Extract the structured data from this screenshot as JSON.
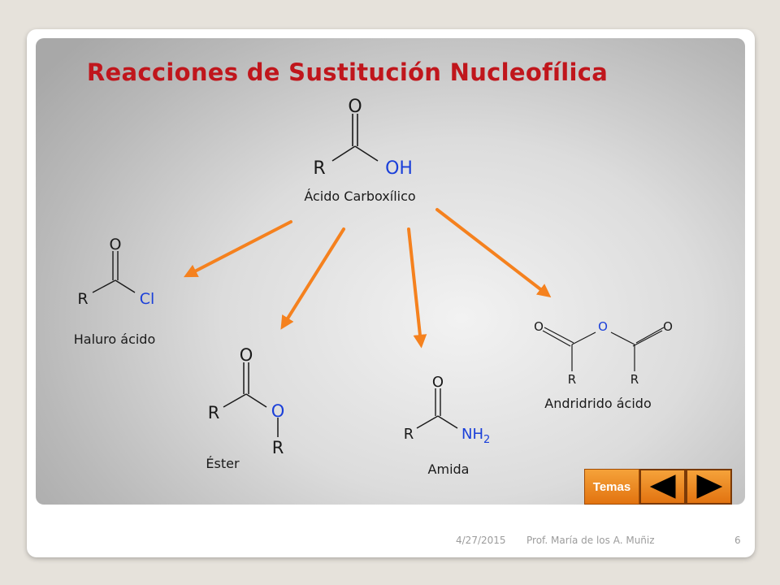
{
  "title": "Reacciones de Sustitución Nucleofílica",
  "colors": {
    "title": "#c0161c",
    "arrow": "#f5811e",
    "heteroatom": "#1a3fd9",
    "bond": "#1a1a1a"
  },
  "center": {
    "label": "Ácido Carboxílico",
    "atoms": {
      "o_top": "O",
      "r": "R",
      "oh": "OH"
    }
  },
  "products": {
    "acyl_halide": {
      "label": "Haluro ácido",
      "atoms": {
        "o_top": "O",
        "r": "R",
        "cl": "Cl"
      }
    },
    "ester": {
      "label": "Éster",
      "atoms": {
        "o_top": "O",
        "r": "R",
        "o_link": "O",
        "r2": "R"
      }
    },
    "amide": {
      "label": "Amida",
      "atoms": {
        "o_top": "O",
        "r": "R",
        "nh": "NH",
        "sub": "2"
      }
    },
    "anhydride": {
      "label": "Andridrido ácido",
      "atoms": {
        "o_left": "O",
        "o_mid": "O",
        "o_right": "O",
        "r_left": "R",
        "r_right": "R"
      }
    }
  },
  "nav": {
    "temas": "Temas",
    "prev_icon": "triangle-left-icon",
    "next_icon": "triangle-right-icon"
  },
  "footer": {
    "date": "4/27/2015",
    "author": "Prof. María de los A. Muñiz",
    "page": "6"
  }
}
